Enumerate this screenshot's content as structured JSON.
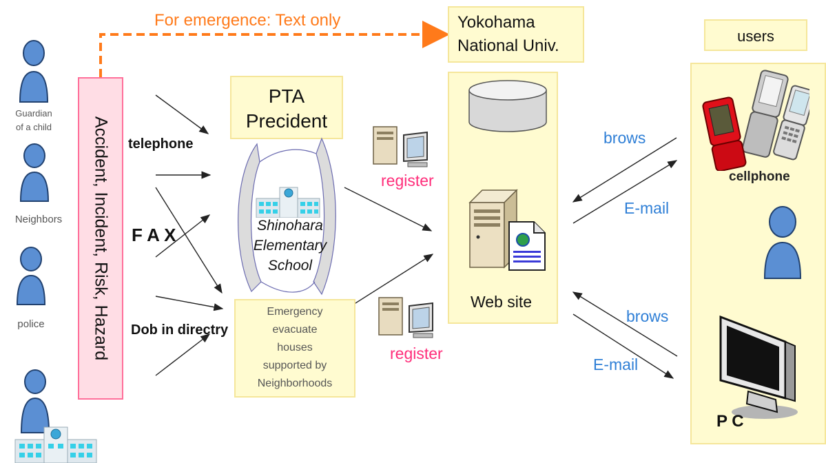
{
  "colors": {
    "emergency_orange": "#ff7a1a",
    "box_fill": "#fffbd0",
    "box_border": "#f5e69a",
    "accident_fill": "#ffdde5",
    "accident_border": "#ff6f9a",
    "link_blue": "#2f7fd6",
    "register_pink": "#ff2d7a",
    "person_blue": "#5b8fd3"
  },
  "emergency_label": "For emergence: Text only",
  "yokohama": {
    "line1": "Yokohama",
    "line2": "National Univ."
  },
  "users_label": "users",
  "sources": {
    "guardian_line1": "Guardian",
    "guardian_line2": "of a child",
    "neighbors": "Neighbors",
    "police": "police"
  },
  "accident_banner": "Accident, Incident, Risk, Hazard",
  "channels": {
    "telephone": "telephone",
    "fax": "F A X",
    "dob": "Dob in directry"
  },
  "pta": {
    "line1": "PTA",
    "line2": "Precident"
  },
  "school": {
    "line1": "Shinohara",
    "line2": "Elementary",
    "line3": "School"
  },
  "evacuate": {
    "line1": "Emergency",
    "line2": "evacuate",
    "line3": "houses",
    "line4": "supported by",
    "line5": "Neighborhoods"
  },
  "register_top": "register",
  "register_bottom": "register",
  "website": "Web site",
  "links": {
    "brows_top": "brows",
    "email_top": "E-mail",
    "brows_bottom": "brows",
    "email_bottom": "E-mail"
  },
  "cellphone": "cellphone",
  "pc": "P C",
  "icons": [
    "person-icon",
    "school-building-icon",
    "database-icon",
    "server-icon",
    "computer-icon",
    "cellphone-icon",
    "monitor-icon",
    "document-icon"
  ]
}
